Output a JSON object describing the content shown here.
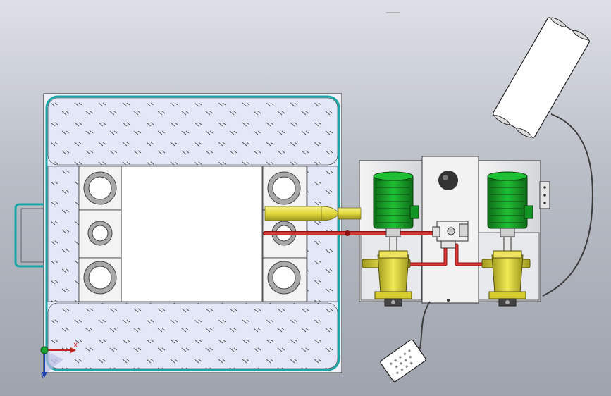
{
  "viewport": {
    "background_top": "#dde0e6",
    "background_bottom": "#9ea3ad"
  },
  "colors": {
    "tank_fill": "#e4e8f7",
    "tank_outline": "#1aa6a6",
    "insulation_fill": "#dfe4f6",
    "motor_green": "#139a23",
    "pump_yellow": "#e6dc3c",
    "pipe_yellow": "#e8e04a",
    "pipe_red": "#d82e2e",
    "axis_x": "#c0201f",
    "axis_y": "#1f3fb0",
    "axis_z_origin": "#1aa030"
  },
  "components": {
    "tank": {
      "icon": "tank-icon"
    },
    "motors": {
      "count": 2,
      "icon": "electric-motor-icon"
    },
    "pumps": {
      "count": 2,
      "icon": "pump-icon"
    },
    "control_box": {
      "icon": "control-box-icon"
    },
    "valve_block": {
      "icon": "valve-block-icon"
    },
    "foot_pedal": {
      "icon": "foot-pedal-icon"
    }
  },
  "triad": {
    "x_label": "X",
    "y_label": "Y"
  }
}
